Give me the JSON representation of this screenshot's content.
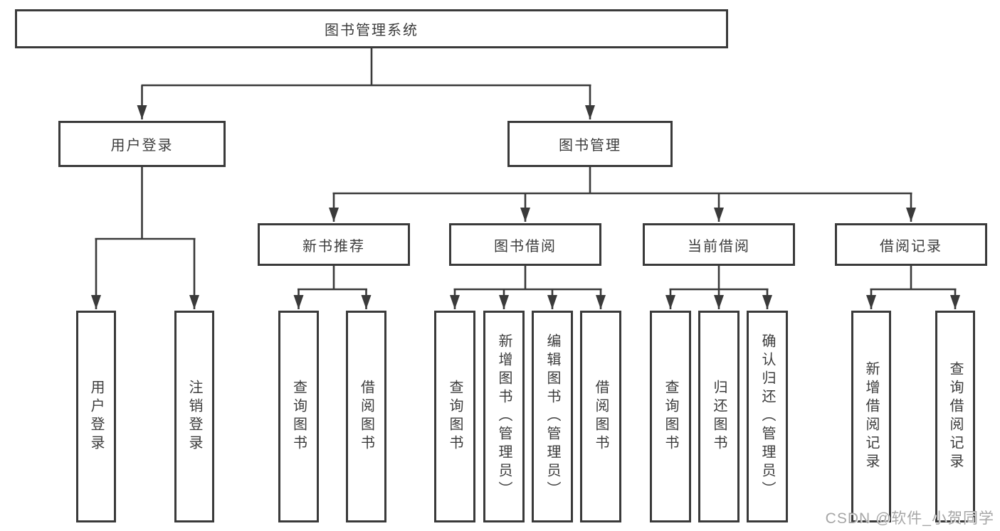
{
  "diagram": {
    "type": "hierarchy-tree",
    "tree": {
      "label": "图书管理系统",
      "children": [
        {
          "label": "用户登录",
          "children": [
            {
              "label": "用户登录"
            },
            {
              "label": "注销登录"
            }
          ]
        },
        {
          "label": "图书管理",
          "children": [
            {
              "label": "新书推荐",
              "children": [
                {
                  "label": "查询图书"
                },
                {
                  "label": "借阅图书"
                }
              ]
            },
            {
              "label": "图书借阅",
              "children": [
                {
                  "label": "查询图书"
                },
                {
                  "label": "新增图书（管理员）"
                },
                {
                  "label": "编辑图书（管理员）"
                },
                {
                  "label": "借阅图书"
                }
              ]
            },
            {
              "label": "当前借阅",
              "children": [
                {
                  "label": "查询图书"
                },
                {
                  "label": "归还图书"
                },
                {
                  "label": "确认归还（管理员）"
                }
              ]
            },
            {
              "label": "借阅记录",
              "children": [
                {
                  "label": "新增借阅记录"
                },
                {
                  "label": "查询借阅记录"
                }
              ]
            }
          ]
        }
      ]
    },
    "colors": {
      "line": "#3a3a3a",
      "box_border": "#3a3a3a",
      "text": "#3c3c3c",
      "background": "#ffffff",
      "watermark": "#a6a6a6"
    }
  },
  "watermark": {
    "text": "CSDN @软件_小贺同学"
  }
}
